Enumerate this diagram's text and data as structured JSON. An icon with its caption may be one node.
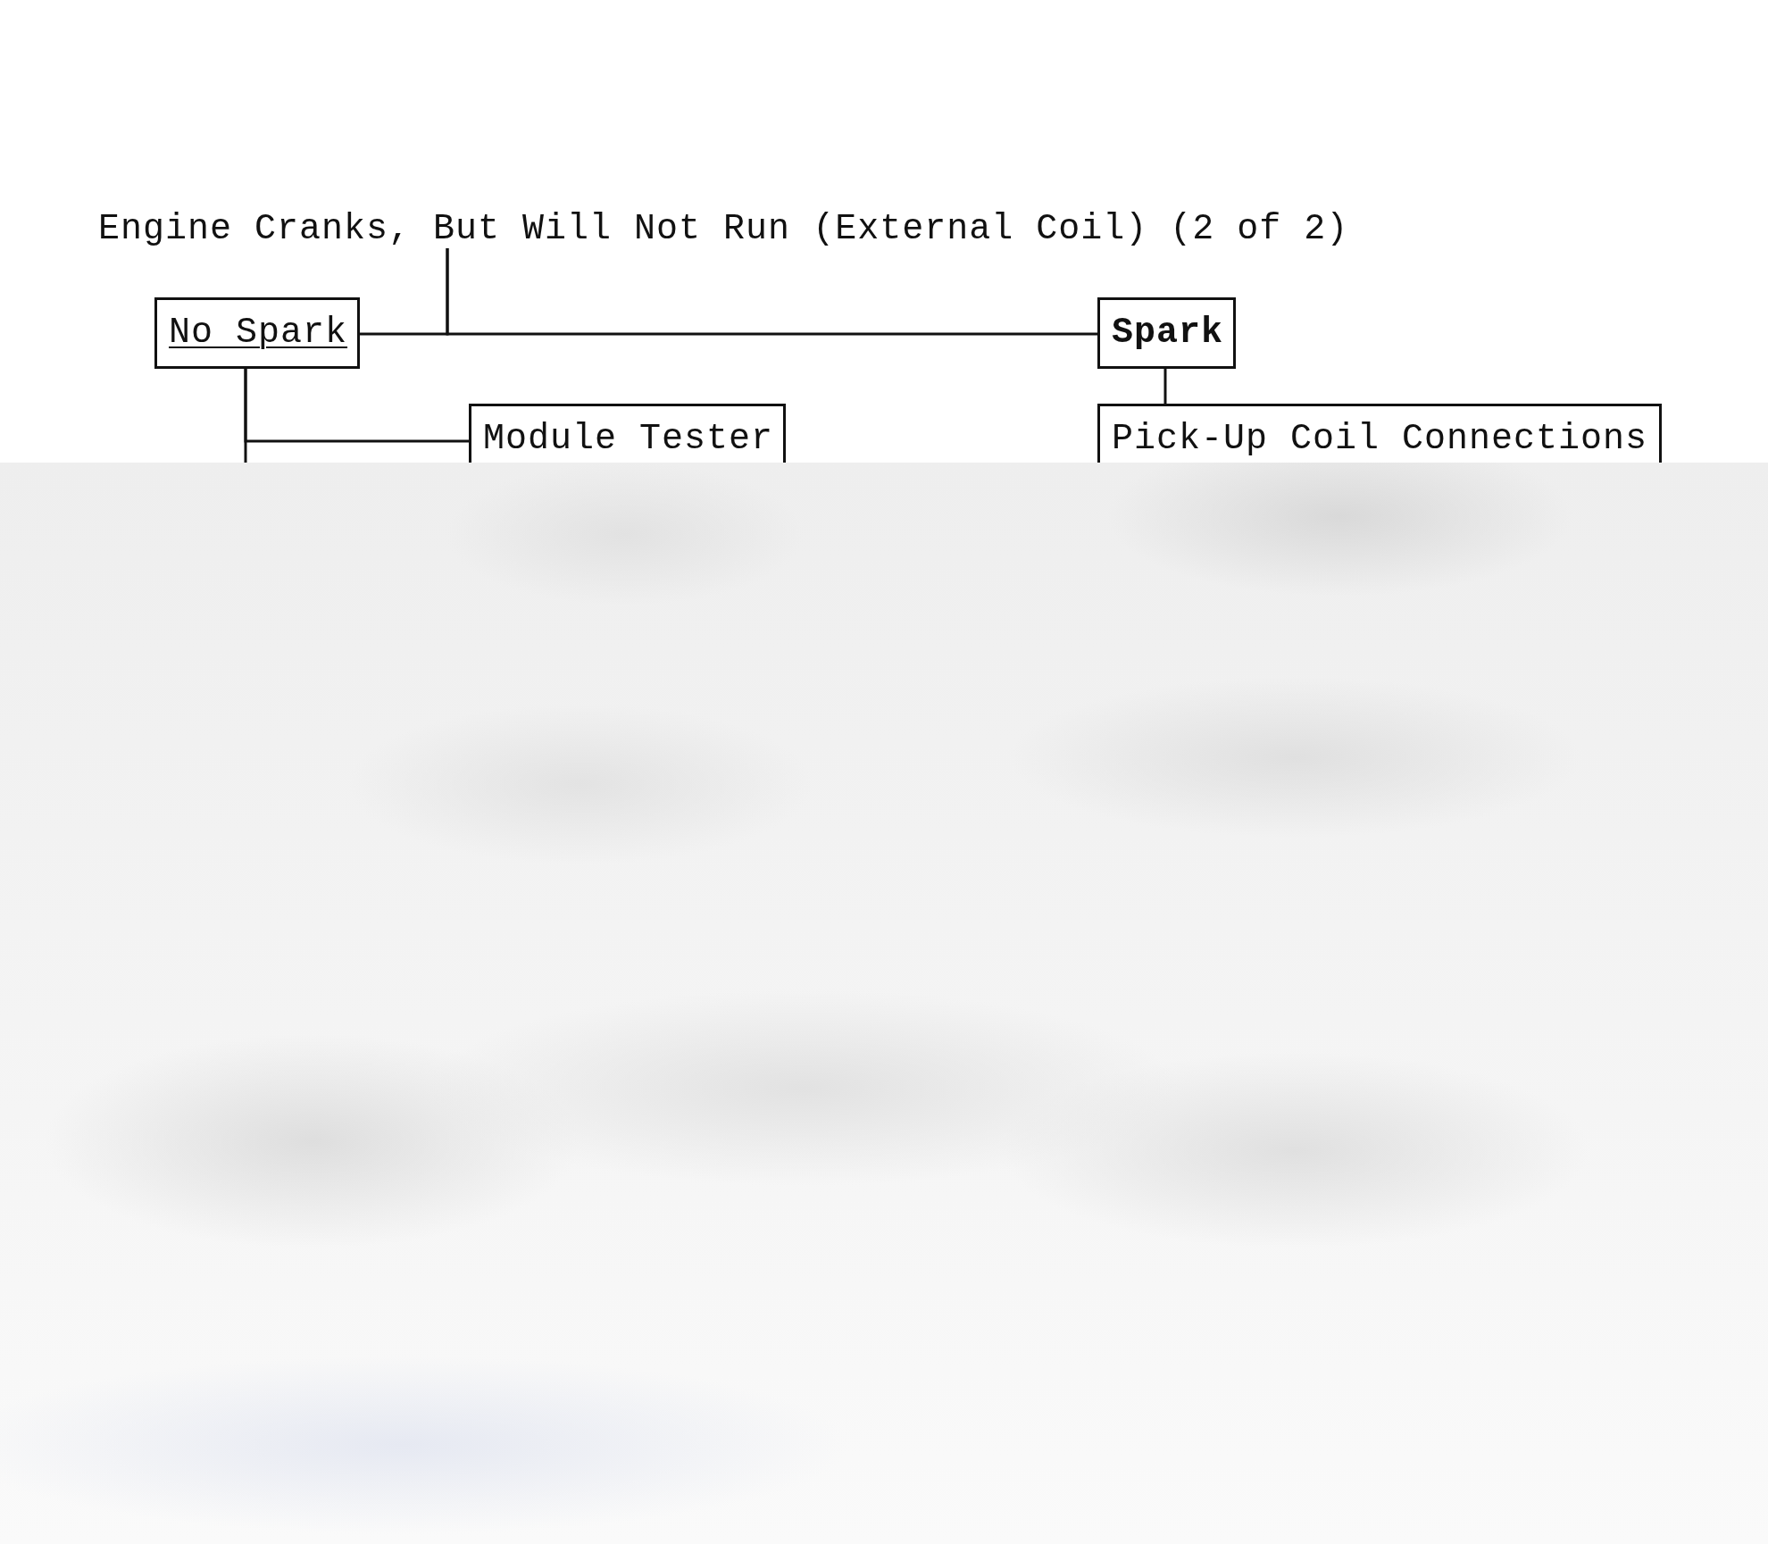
{
  "diagram": {
    "nodes": [
      {
        "text": [
          "Engine Cranks, But Will Not Run (External Coil) (2 of 2)"
        ]
      },
      {
        "text": [
          "No Spark"
        ]
      },
      {
        "text": [
          "Spark"
        ]
      },
      {
        "text": [
          "Module Tester"
        ]
      },
      {
        "text": [
          "Pick-Up Coil Connections"
        ]
      }
    ],
    "edges": [
      {
        "from": 0,
        "to": 1,
        "arrow": "none"
      },
      {
        "from": 0,
        "to": 2,
        "arrow": "none"
      },
      {
        "from": 1,
        "to": 3,
        "arrow": "none"
      },
      {
        "from": 1,
        "to": null,
        "arrow": "none"
      },
      {
        "from": 2,
        "to": 4,
        "arrow": "none"
      }
    ]
  }
}
